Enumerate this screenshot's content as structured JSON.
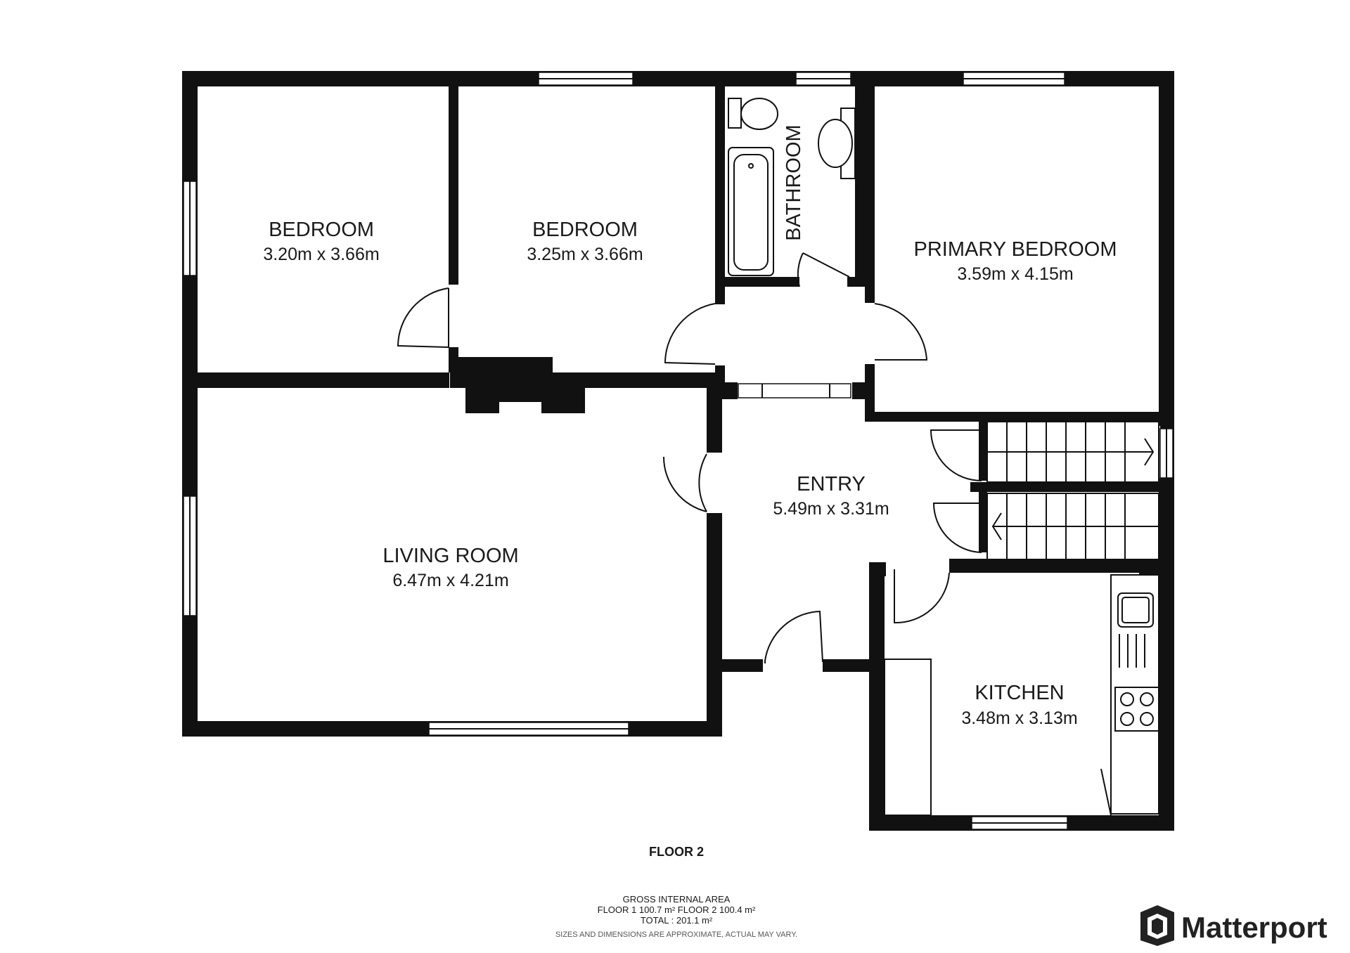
{
  "plan": {
    "rooms": [
      {
        "id": "bedroom-1",
        "name": "BEDROOM",
        "dimensions": "3.20m x 3.66m"
      },
      {
        "id": "bedroom-2",
        "name": "BEDROOM",
        "dimensions": "3.25m x 3.66m"
      },
      {
        "id": "bathroom",
        "name": "BATHROOM",
        "dimensions": ""
      },
      {
        "id": "primary-bedroom",
        "name": "PRIMARY BEDROOM",
        "dimensions": "3.59m x 4.15m"
      },
      {
        "id": "entry",
        "name": "ENTRY",
        "dimensions": "5.49m x 3.31m"
      },
      {
        "id": "living-room",
        "name": "LIVING ROOM",
        "dimensions": "6.47m x 4.21m"
      },
      {
        "id": "kitchen",
        "name": "KITCHEN",
        "dimensions": "3.48m x 3.13m"
      }
    ],
    "floor_label": "FLOOR 2"
  },
  "footer": {
    "area_title": "GROSS INTERNAL AREA",
    "area_floors": "FLOOR 1 100.7 m²   FLOOR 2 100.4 m²",
    "area_total": "TOTAL :  201.1 m²",
    "disclaimer": "SIZES AND DIMENSIONS ARE APPROXIMATE, ACTUAL MAY VARY."
  },
  "brand": {
    "name": "Matterport",
    "icon": "matterport-logo-icon",
    "color": "#222222"
  }
}
